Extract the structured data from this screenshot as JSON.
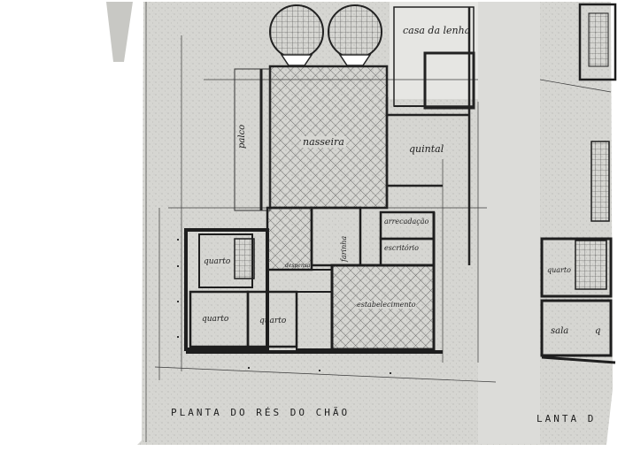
{
  "plan": {
    "title_main": "PLANTA DO RÉS DO CHÃO",
    "title_right": "LANTA D",
    "rooms": {
      "casa_da_lenha": "casa da lenha",
      "quintal": "quintal",
      "nasseira": "nasseira",
      "palco": "palco",
      "arrecadacao": "arrecadação",
      "escritorio": "escritório",
      "quarto_1": "quarto",
      "quarto_2": "quarto",
      "quarto_3": "quarto",
      "quarto_right": "quarto",
      "estabelecimento": "estabelecimento",
      "farinha": "farinha",
      "sala": "sala",
      "q": "q",
      "despensa": "despensa"
    }
  },
  "colors": {
    "paper": "#d9d9d6",
    "line": "#2a2a2a",
    "hatch": "#555555"
  }
}
